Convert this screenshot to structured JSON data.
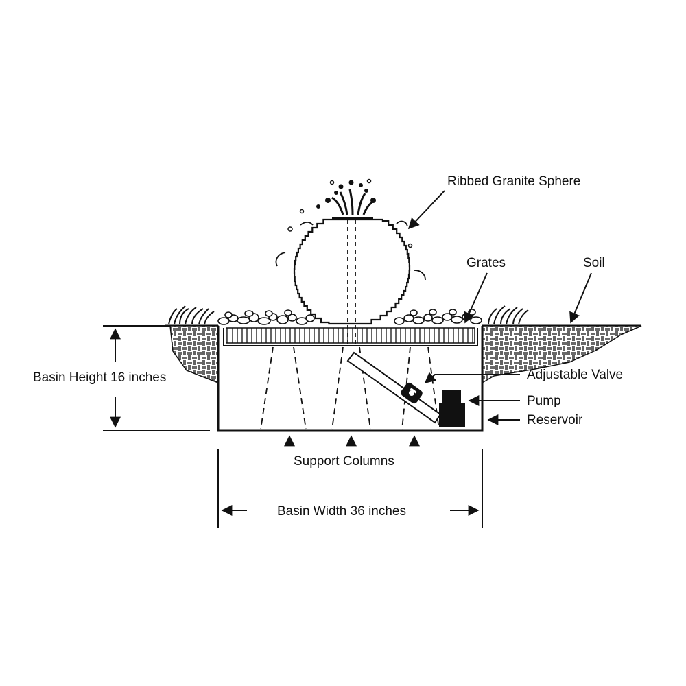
{
  "labels": {
    "sphere": "Ribbed Granite Sphere",
    "grates": "Grates",
    "soil": "Soil",
    "valve": "Adjustable Valve",
    "pump": "Pump",
    "reservoir": "Reservoir",
    "columns": "Support Columns",
    "height": "Basin Height 16 inches",
    "width": "Basin Width 36 inches"
  },
  "colors": {
    "ink": "#111111",
    "background": "#ffffff"
  }
}
